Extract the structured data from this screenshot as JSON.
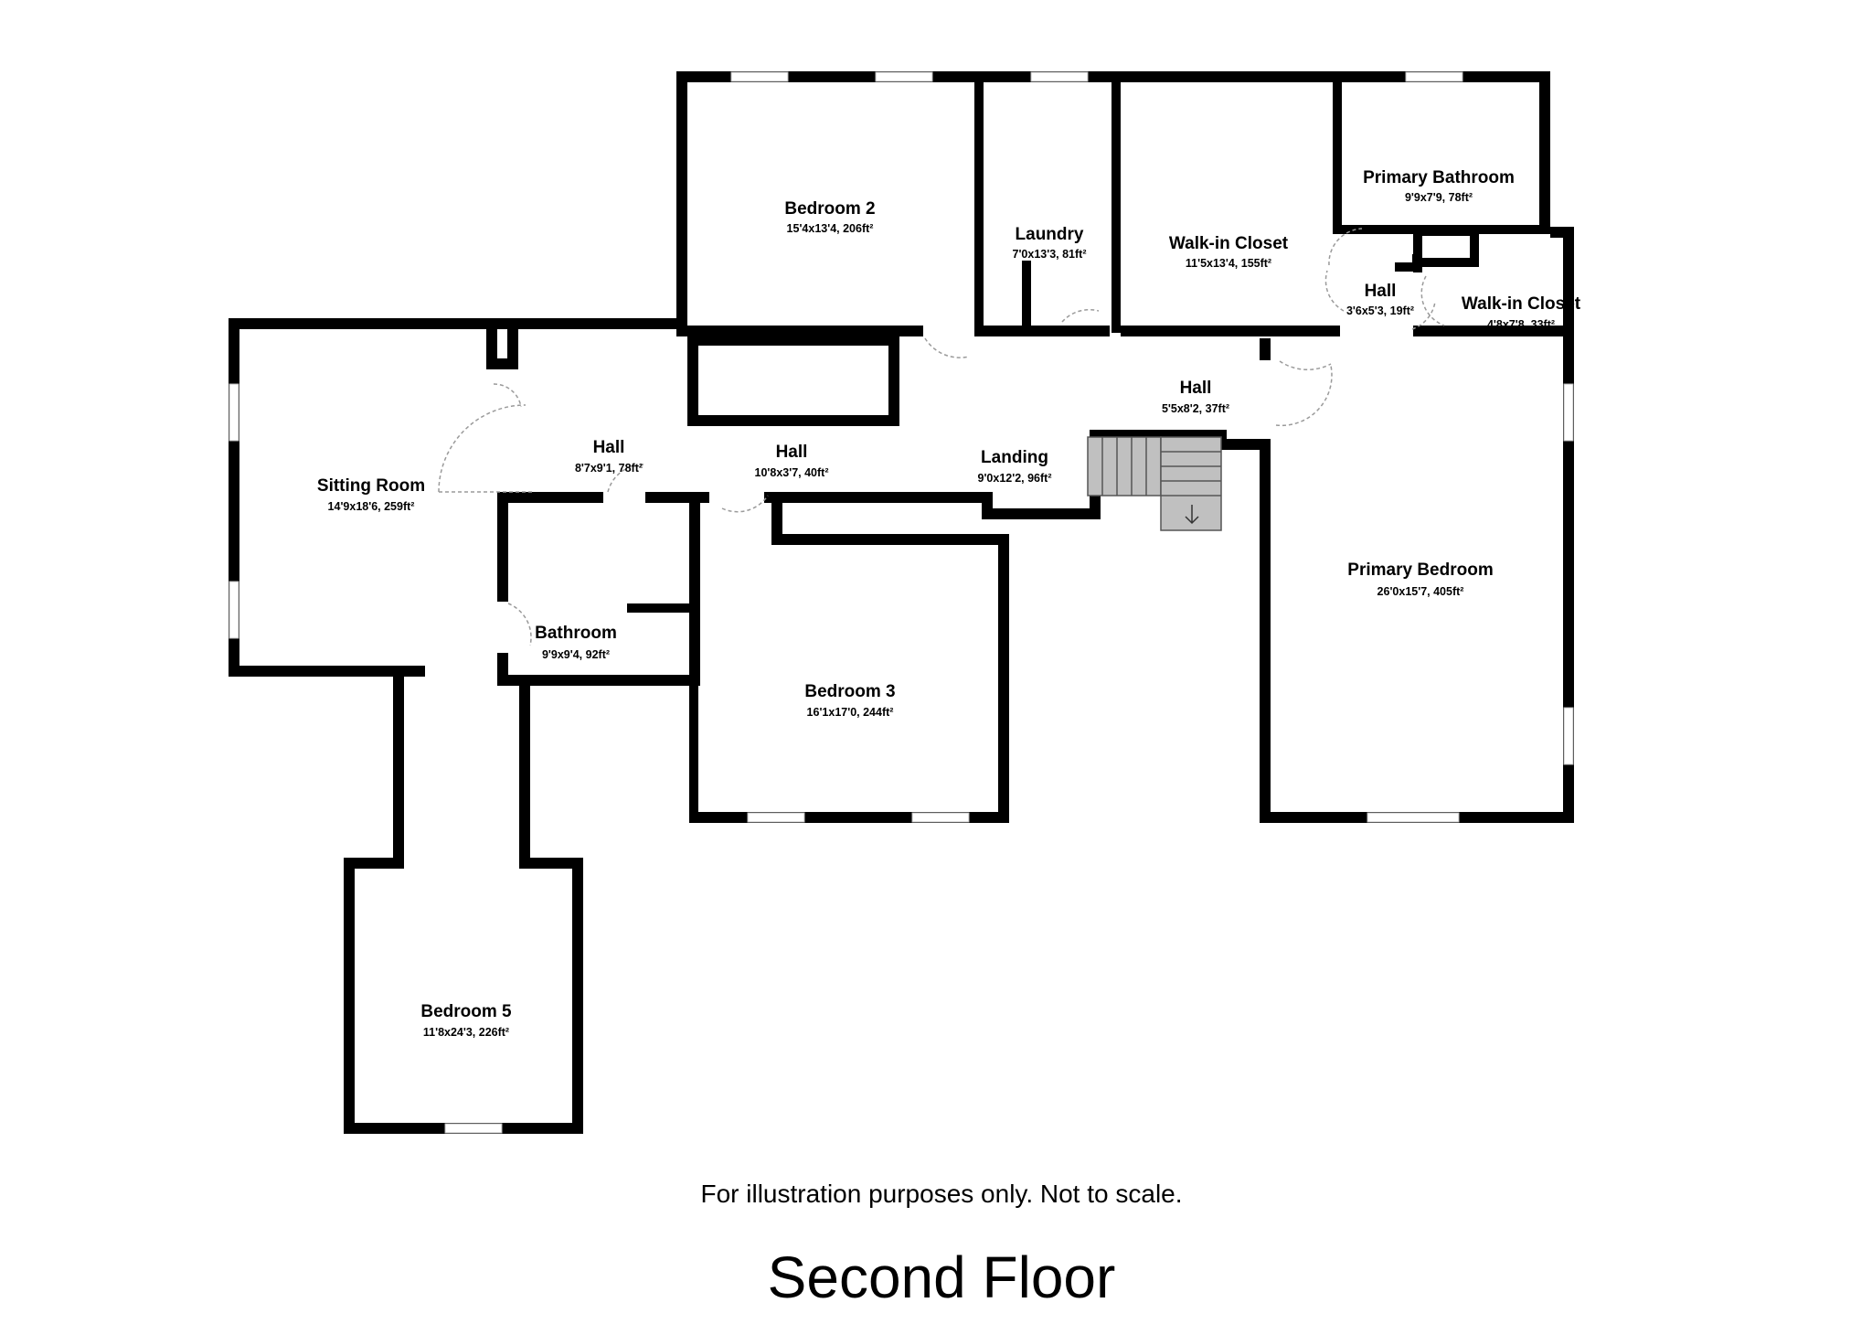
{
  "floor_title": "Second Floor",
  "disclaimer": "For illustration purposes only. Not to scale.",
  "colors": {
    "wall": "#000000",
    "stair": "#c0c0c0",
    "door": "#9a9a9a",
    "window": "#ffffff"
  },
  "rooms": [
    {
      "key": "bedroom2",
      "name": "Bedroom 2",
      "dims": "15'4x13'4, 206ft²"
    },
    {
      "key": "laundry",
      "name": "Laundry",
      "dims": "7'0x13'3, 81ft²"
    },
    {
      "key": "walkin1",
      "name": "Walk-in Closet",
      "dims": "11'5x13'4, 155ft²"
    },
    {
      "key": "primarybath",
      "name": "Primary Bathroom",
      "dims": "9'9x7'9, 78ft²"
    },
    {
      "key": "hallsmall",
      "name": "Hall",
      "dims": "3'6x5'3, 19ft²"
    },
    {
      "key": "walkin2",
      "name": "Walk-in Closet",
      "dims": "4'8x7'8, 33ft²"
    },
    {
      "key": "hall37",
      "name": "Hall",
      "dims": "5'5x8'2, 37ft²"
    },
    {
      "key": "landing",
      "name": "Landing",
      "dims": "9'0x12'2, 96ft²"
    },
    {
      "key": "hall40",
      "name": "Hall",
      "dims": "10'8x3'7, 40ft²"
    },
    {
      "key": "hall78",
      "name": "Hall",
      "dims": "8'7x9'1, 78ft²"
    },
    {
      "key": "sitting",
      "name": "Sitting Room",
      "dims": "14'9x18'6, 259ft²"
    },
    {
      "key": "bathroom",
      "name": "Bathroom",
      "dims": "9'9x9'4, 92ft²"
    },
    {
      "key": "bedroom3",
      "name": "Bedroom 3",
      "dims": "16'1x17'0, 244ft²"
    },
    {
      "key": "primarybed",
      "name": "Primary Bedroom",
      "dims": "26'0x15'7, 405ft²"
    },
    {
      "key": "bedroom5",
      "name": "Bedroom 5",
      "dims": "11'8x24'3, 226ft²"
    }
  ]
}
